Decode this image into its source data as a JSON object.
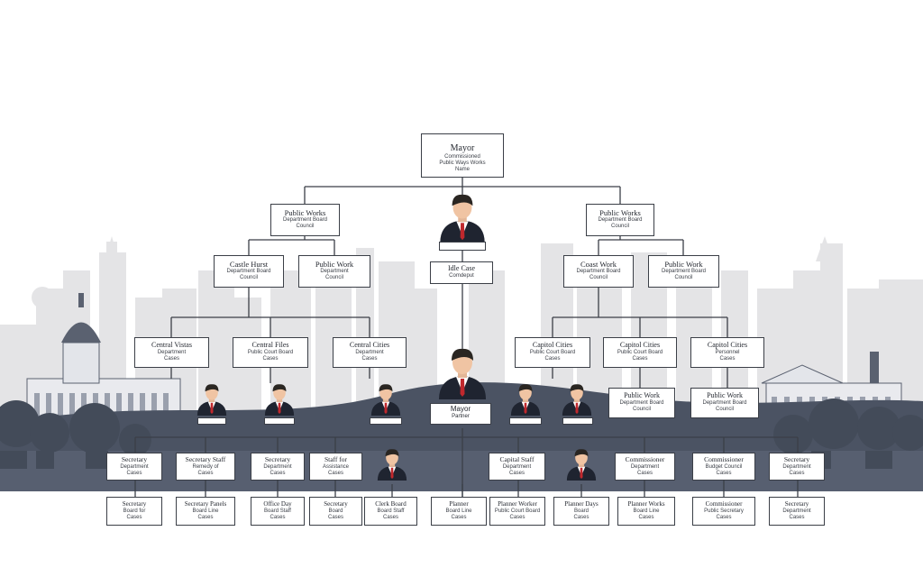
{
  "colors": {
    "sky": "#ffffff",
    "skyline": "#e4e4e6",
    "hills": "#4b5363",
    "trees": "#434b59",
    "band": "#575f70",
    "lines": "#3b3f47",
    "suit": "#1f2430",
    "tie": "#c0282d"
  },
  "chart": {
    "top": {
      "title": "Mayor",
      "sub1": "Commissioned",
      "sub2": "Public Ways Works",
      "sub3": "Name"
    },
    "level1": [
      {
        "title": "Public Works",
        "sub1": "Department Board",
        "sub2": "Council"
      },
      {
        "title": "Public Works",
        "sub1": "Department Board",
        "sub2": "Council"
      }
    ],
    "center_card": {
      "title": "Idle Case",
      "sub1": "Comdeput"
    },
    "level2": [
      {
        "title": "Castle Hurst",
        "sub1": "Department Board",
        "sub2": "Council"
      },
      {
        "title": "Public Work",
        "sub1": "Department",
        "sub2": "Council"
      },
      {
        "title": "Coast Work",
        "sub1": "Department Board",
        "sub2": "Council"
      },
      {
        "title": "Public Work",
        "sub1": "Department Board",
        "sub2": "Council"
      }
    ],
    "level3": [
      {
        "title": "Central Vistas",
        "sub1": "Department",
        "sub2": "Cases"
      },
      {
        "title": "Central Files",
        "sub1": "Public Court Board",
        "sub2": "Cases"
      },
      {
        "title": "Central Cities",
        "sub1": "Department",
        "sub2": "Cases"
      },
      {
        "title": "Capitol Cities",
        "sub1": "Public Court Board",
        "sub2": "Cases"
      },
      {
        "title": "Capitol Cities",
        "sub1": "Public Court Board",
        "sub2": "Cases"
      },
      {
        "title": "Capitol Cities",
        "sub1": "Personnel",
        "sub2": "Cases"
      }
    ],
    "mid_right": [
      {
        "title": "Public Work",
        "sub1": "Department Board",
        "sub2": "Council"
      },
      {
        "title": "Public Work",
        "sub1": "Department Board",
        "sub2": "Council"
      }
    ],
    "center_plate": {
      "line1": "Mayor",
      "line2": "Partner"
    },
    "level4": [
      {
        "title": "Secretary",
        "sub1": "Department",
        "sub2": "Cases"
      },
      {
        "title": "Secretary Staff",
        "sub1": "Remedy of",
        "sub2": "Cases"
      },
      {
        "title": "Secretary",
        "sub1": "Department",
        "sub2": "Cases"
      },
      {
        "title": "Staff for",
        "sub1": "Assistance",
        "sub2": "Cases"
      },
      {
        "title": "Capital Staff",
        "sub1": "Department",
        "sub2": "Cases"
      },
      {
        "title": "Commissioner",
        "sub1": "Department",
        "sub2": "Cases"
      },
      {
        "title": "Commissioner",
        "sub1": "Budget Council",
        "sub2": "Cases"
      },
      {
        "title": "Secretary",
        "sub1": "Department",
        "sub2": "Cases"
      }
    ],
    "level5": [
      {
        "title": "Secretary",
        "sub1": "Board for",
        "sub2": "Cases"
      },
      {
        "title": "Secretary Panels",
        "sub1": "Board Line",
        "sub2": "Cases"
      },
      {
        "title": "Office Day",
        "sub1": "Board Staff",
        "sub2": "Cases"
      },
      {
        "title": "Secretary",
        "sub1": "Board",
        "sub2": "Cases"
      },
      {
        "title": "Clerk Board",
        "sub1": "Board Staff",
        "sub2": "Cases"
      },
      {
        "title": "Planner",
        "sub1": "Board Line",
        "sub2": "Cases"
      },
      {
        "title": "Planner Worker",
        "sub1": "Public Court Board",
        "sub2": "Cases"
      },
      {
        "title": "Planner Days",
        "sub1": "Board",
        "sub2": "Cases"
      },
      {
        "title": "Planner Works",
        "sub1": "Board Line",
        "sub2": "Cases"
      },
      {
        "title": "Commissioner",
        "sub1": "Public Secretary",
        "sub2": "Cases"
      },
      {
        "title": "Secretary",
        "sub1": "Department",
        "sub2": "Cases"
      }
    ]
  }
}
